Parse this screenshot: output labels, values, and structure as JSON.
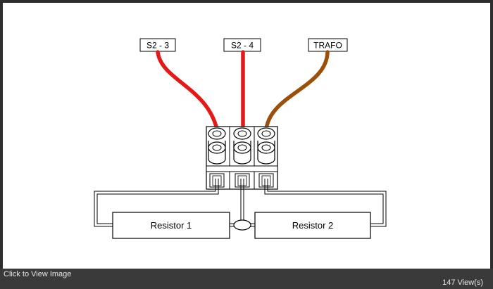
{
  "diagram": {
    "labels": {
      "s2_3": "S2 - 3",
      "s2_4": "S2 - 4",
      "trafo": "TRAFO"
    },
    "resistors": {
      "r1": "Resistor 1",
      "r2": "Resistor 2"
    },
    "colors": {
      "red_wire": "#e11a1a",
      "brown_wire": "#9a4f0b"
    }
  },
  "footer": {
    "view_link": "Click to View Image",
    "views": "147 View(s)"
  }
}
